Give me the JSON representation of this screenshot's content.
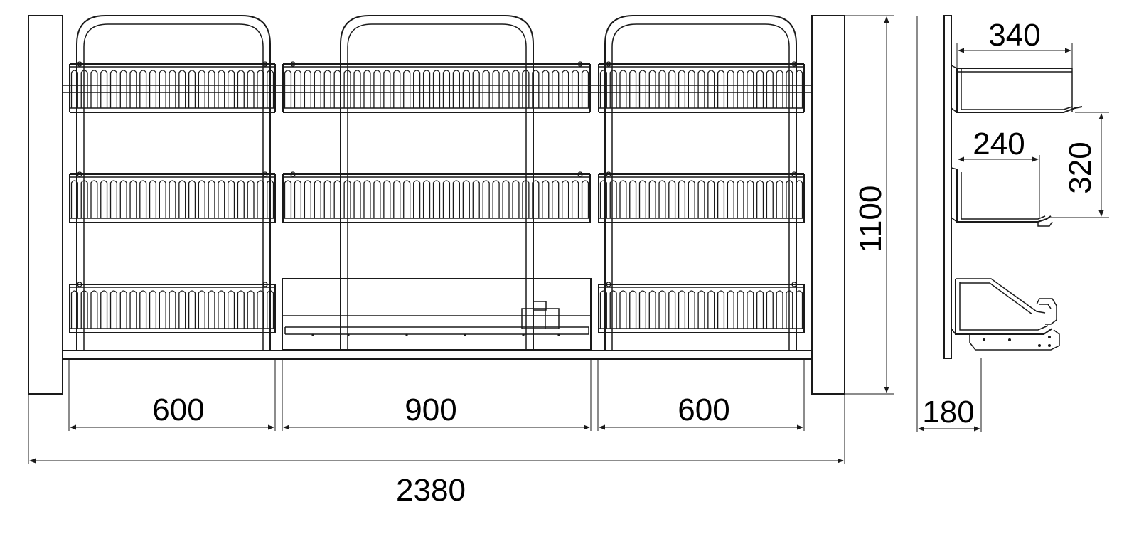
{
  "front_view": {
    "dimensions": {
      "left_section_width": "600",
      "center_section_width": "900",
      "right_section_width": "600",
      "overall_width": "2380",
      "overall_height": "1100"
    },
    "sections": [
      {
        "name": "left",
        "baskets": 3
      },
      {
        "name": "center",
        "baskets": 2,
        "has_base_unit": true
      },
      {
        "name": "right",
        "baskets": 3
      }
    ]
  },
  "side_view": {
    "dimensions": {
      "top_basket_depth": "340",
      "middle_basket_depth": "240",
      "shelf_spacing": "320",
      "base_depth": "180"
    }
  },
  "colors": {
    "line": "#1a1a1a",
    "background": "#ffffff"
  }
}
